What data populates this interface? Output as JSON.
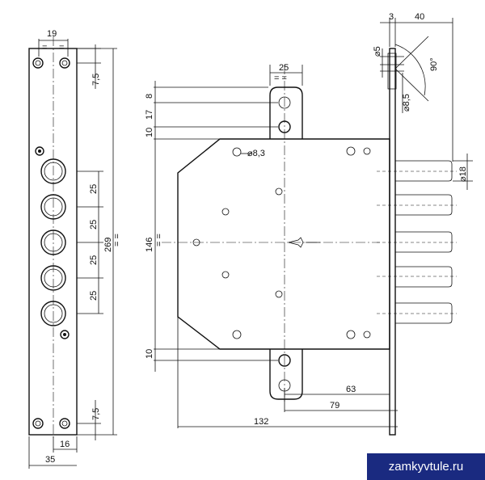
{
  "watermark": "zamkyvtule.ru",
  "front_plate": {
    "dims": {
      "top_width": "19",
      "top_offset": "7,5",
      "bolt_pitch_1": "25",
      "bolt_pitch_2": "25",
      "bolt_pitch_3": "25",
      "bolt_pitch_4": "25",
      "height": "269",
      "bottom_offset": "7,5",
      "bottom_width": "16",
      "width": "35"
    }
  },
  "lock_body": {
    "dims": {
      "hook_width": "25",
      "hook_top": "8",
      "hook_gap": "17",
      "hook_base": "10",
      "body_height": "146",
      "hole_diameter": "⌀8,3",
      "hook_bottom_base": "10",
      "backset": "63",
      "to_plate": "79",
      "overall_depth": "132"
    }
  },
  "side_view": {
    "dims": {
      "plate_thickness": "3",
      "bolt_throw": "40",
      "pin_diameter": "⌀5",
      "angle": "90°",
      "screw_diameter": "⌀8,5",
      "bolt_diameter": "⌀18"
    }
  }
}
